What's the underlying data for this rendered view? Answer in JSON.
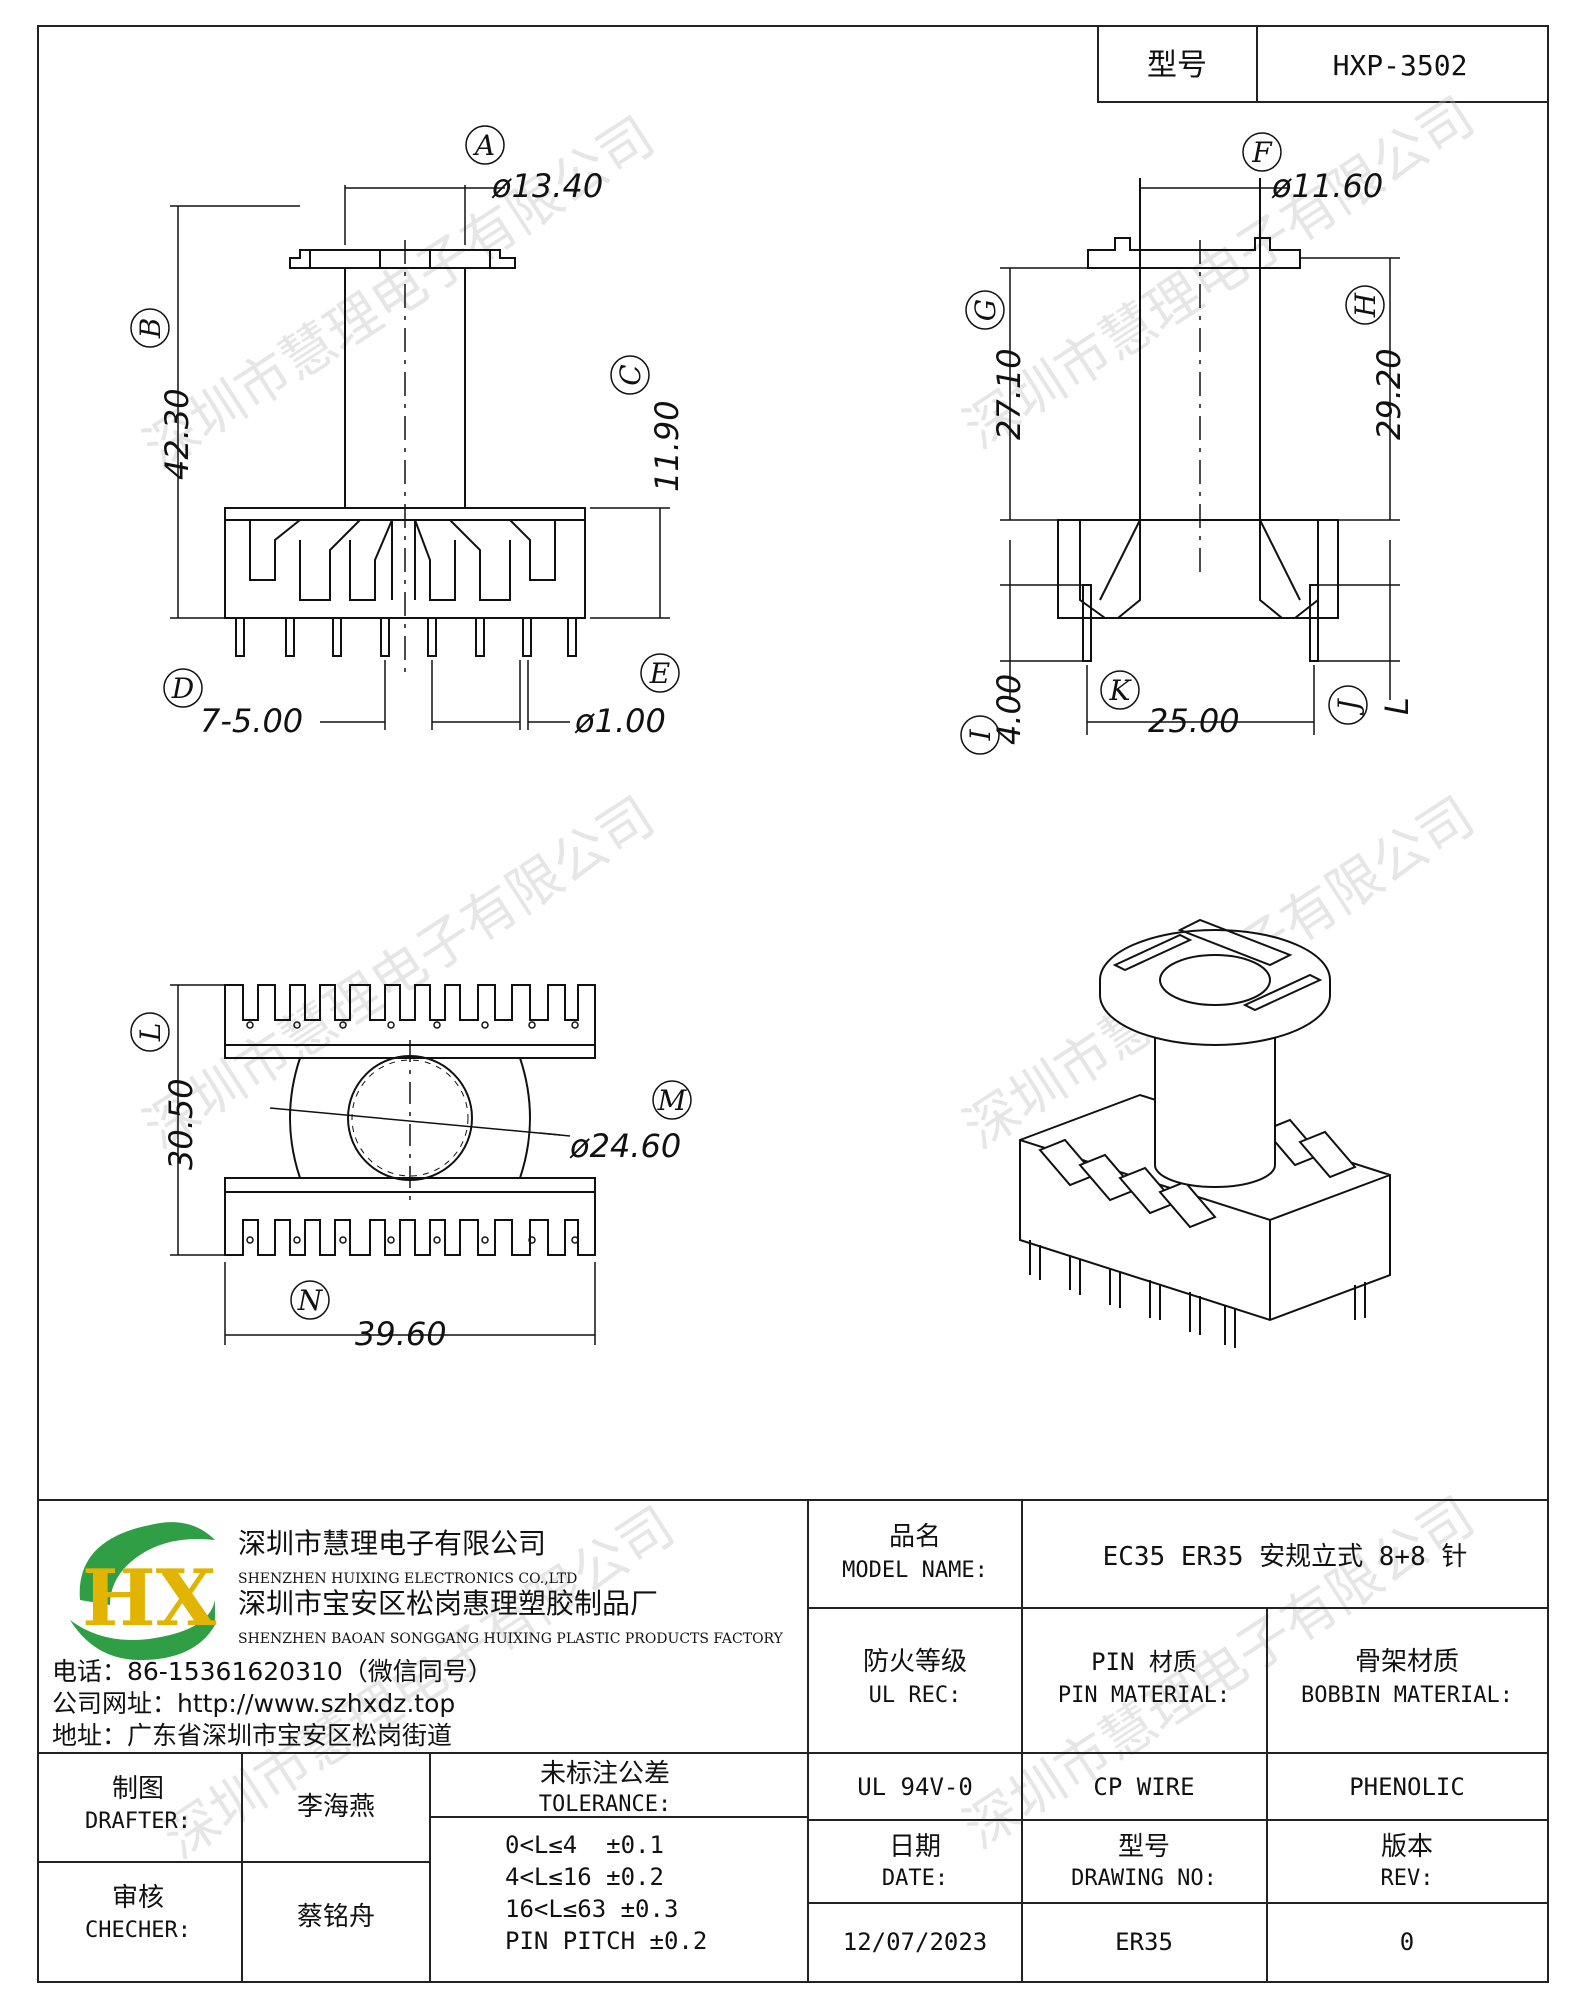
{
  "model_box": {
    "label": "型号",
    "value": "HXP-3502"
  },
  "dimensions": {
    "front": {
      "A": {
        "letter": "A",
        "value": "ø13.40"
      },
      "B": {
        "letter": "B",
        "value": "42.30"
      },
      "C": {
        "letter": "C",
        "value": "11.90"
      },
      "D": {
        "letter": "D",
        "value": "7-5.00"
      },
      "E": {
        "letter": "E",
        "value": "ø1.00"
      }
    },
    "side": {
      "F": {
        "letter": "F",
        "value": "ø11.60"
      },
      "G": {
        "letter": "G",
        "value": "27.10"
      },
      "H": {
        "letter": "H",
        "value": "29.20"
      },
      "I": {
        "letter": "I",
        "value": "4.00"
      },
      "K": {
        "letter": "K",
        "value": "25.00"
      },
      "J": {
        "letter": "J",
        "value": "L"
      }
    },
    "top": {
      "L": {
        "letter": "L",
        "value": "30.50"
      },
      "M": {
        "letter": "M",
        "value": "ø24.60"
      },
      "N": {
        "letter": "N",
        "value": "39.60"
      }
    }
  },
  "watermark": "深圳市慧理电子有限公司",
  "company": {
    "logo_letters": "HX",
    "name_cn": "深圳市慧理电子有限公司",
    "name_en": "SHENZHEN HUIXING ELECTRONICS CO.,LTD",
    "factory_cn": "深圳市宝安区松岗惠理塑胶制品厂",
    "factory_en": "SHENZHEN BAOAN SONGGANG HUIXING PLASTIC PRODUCTS FACTORY",
    "phone": "电话：86-15361620310（微信同号）",
    "website": "公司网址：http://www.szhxdz.top",
    "address": "地址：广东省深圳市宝安区松岗街道"
  },
  "title_block": {
    "model_name_label_cn": "品名",
    "model_name_label_en": "MODEL NAME:",
    "model_name_value": "EC35 ER35 安规立式 8+8 针",
    "ul_label_cn": "防火等级",
    "ul_label_en": "UL REC:",
    "pin_label_cn": "PIN 材质",
    "pin_label_en": "PIN MATERIAL:",
    "bobbin_label_cn": "骨架材质",
    "bobbin_label_en": "BOBBIN MATERIAL:",
    "drafter_cn": "制图",
    "drafter_en": "DRAFTER:",
    "drafter_name": "李海燕",
    "checker_cn": "审核",
    "checker_en": "CHECHER:",
    "checker_name": "蔡铭舟",
    "tolerance_cn": "未标注公差",
    "tolerance_en": "TOLERANCE:",
    "tolerance_lines": [
      "0<L≤4  ±0.1",
      "4<L≤16 ±0.2",
      "16<L≤63 ±0.3",
      "PIN PITCH ±0.2"
    ],
    "ul_value": "UL 94V-0",
    "pin_value": "CP WIRE",
    "bobbin_value": "PHENOLIC",
    "date_cn": "日期",
    "date_en": "DATE:",
    "drawing_cn": "型号",
    "drawing_en": "DRAWING NO:",
    "rev_cn": "版本",
    "rev_en": "REV:",
    "date_value": "12/07/2023",
    "drawing_value": "ER35",
    "rev_value": "0"
  }
}
